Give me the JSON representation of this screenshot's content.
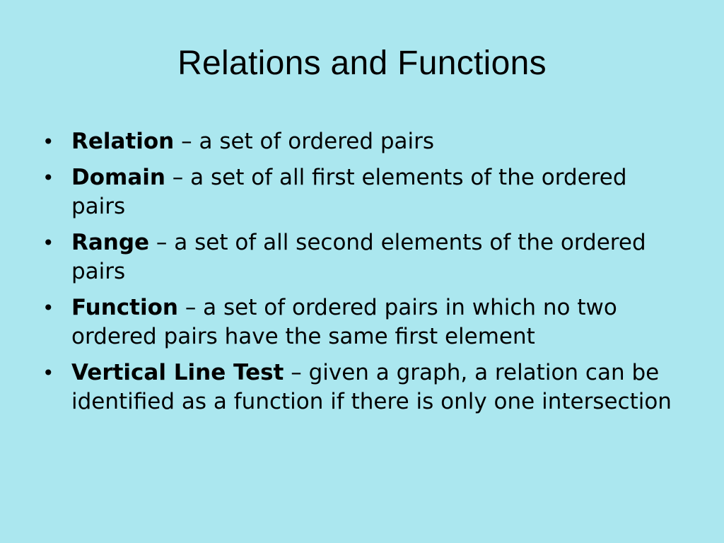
{
  "slide": {
    "title": "Relations and Functions",
    "bullet_char": "•",
    "bullets": [
      {
        "term": "Relation",
        "definition": " – a set of ordered pairs"
      },
      {
        "term": "Domain",
        "definition": " – a set of all first elements of the ordered pairs"
      },
      {
        "term": "Range",
        "definition": " – a set of all second elements of the ordered pairs"
      },
      {
        "term": "Function",
        "definition": " – a set of ordered pairs in which no two ordered pairs have the same first element"
      },
      {
        "term": "Vertical Line Test",
        "definition": " – given a graph, a relation can be identified as a function if there is only one intersection"
      }
    ]
  },
  "colors": {
    "background": "#abe7ef",
    "text": "#000000"
  }
}
